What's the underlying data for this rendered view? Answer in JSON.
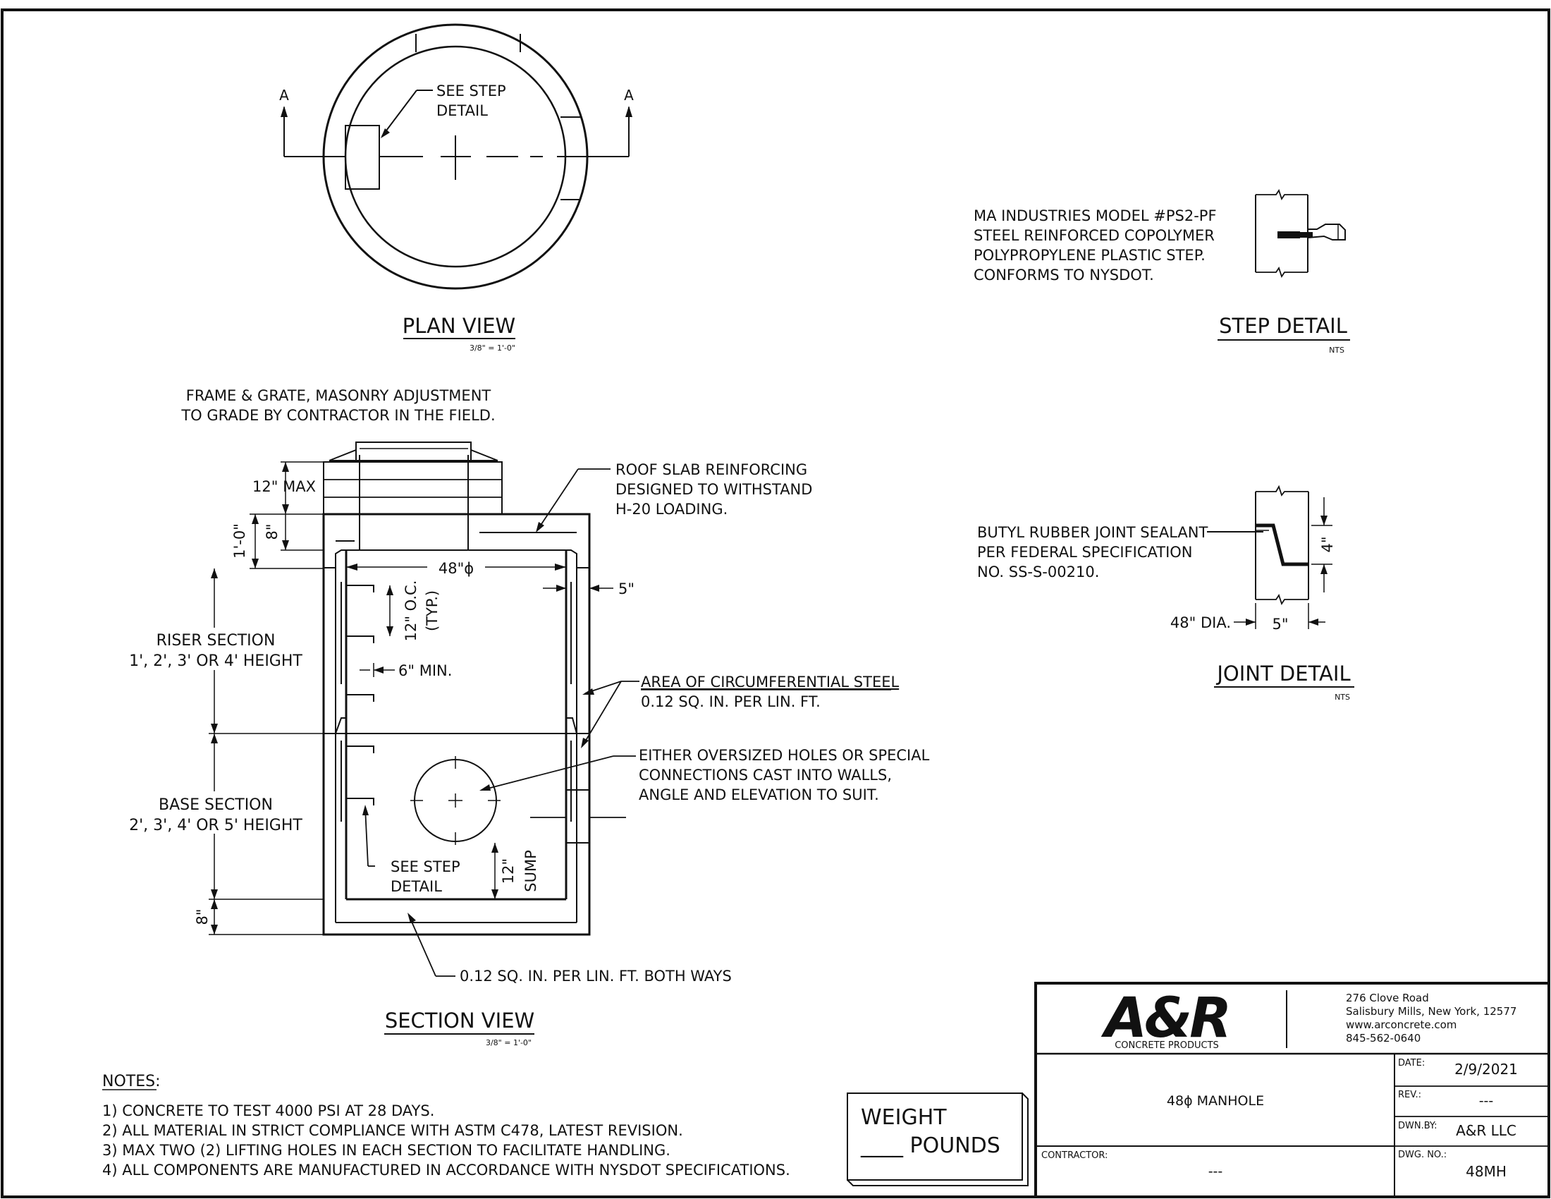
{
  "plan_view": {
    "title": "PLAN VIEW",
    "scale": "3/8\" = 1'-0\"",
    "section_mark": "A",
    "step_note_1": "SEE STEP",
    "step_note_2": "DETAIL"
  },
  "step_detail": {
    "title": "STEP DETAIL",
    "scale": "NTS",
    "lines": [
      "MA INDUSTRIES MODEL #PS2-PF",
      "STEEL REINFORCED COPOLYMER",
      "POLYPROPYLENE PLASTIC STEP.",
      "CONFORMS TO NYSDOT."
    ]
  },
  "joint_detail": {
    "title": "JOINT DETAIL",
    "scale": "NTS",
    "lines": [
      "BUTYL RUBBER JOINT SEALANT",
      "PER  FEDERAL  SPECIFICATION",
      "NO. SS-S-00210."
    ],
    "dim_height": "4\"",
    "dim_dia": "48\" DIA.",
    "dim_wall": "5\""
  },
  "section_view": {
    "title": "SECTION VIEW",
    "scale": "3/8\" = 1'-0\"",
    "frame_note_1": "FRAME  &  GRATE,  MASONRY  ADJUSTMENT",
    "frame_note_2": "TO GRADE BY CONTRACTOR IN THE FIELD.",
    "dim_12_max": "12\" MAX",
    "dim_1_0": "1'-0\"",
    "dim_8_top": "8\"",
    "dim_48": "48\"ϕ",
    "dim_5": "5\"",
    "dim_12_oc": "12\" O.C.",
    "dim_typ": "(TYP.)",
    "dim_6_min": "6\" MIN.",
    "dim_12_sump": "12\"",
    "sump": "SUMP",
    "dim_8_bot": "8\"",
    "roof_note_1": "ROOF  SLAB  REINFORCING",
    "roof_note_2": "DESIGNED  TO  WITHSTAND",
    "roof_note_3": "H-20 LOADING.",
    "riser_1": "RISER SECTION",
    "riser_2": "1', 2', 3' OR 4' HEIGHT",
    "base_1": "BASE SECTION",
    "base_2": "2', 3', 4' OR 5' HEIGHT",
    "circ_1": "AREA OF CIRCUMFERENTIAL STEEL",
    "circ_2": "0.12 SQ. IN. PER LIN. FT.",
    "holes_1": "EITHER OVERSIZED HOLES OR SPECIAL",
    "holes_2": "CONNECTIONS   CAST   INTO   WALLS,",
    "holes_3": "ANGLE AND ELEVATION TO SUIT.",
    "step_1": "SEE STEP",
    "step_2": "DETAIL",
    "bottom_note": "0.12 SQ. IN. PER LIN. FT. BOTH WAYS"
  },
  "notes": {
    "heading": "NOTES:",
    "items": [
      "1)  CONCRETE TO TEST 4000 PSI AT 28 DAYS.",
      "2)  ALL MATERIAL IN STRICT COMPLIANCE WITH ASTM C478, LATEST REVISION.",
      "3)  MAX TWO (2) LIFTING HOLES IN EACH SECTION TO FACILITATE HANDLING.",
      "4)  ALL COMPONENTS ARE MANUFACTURED IN ACCORDANCE WITH NYSDOT SPECIFICATIONS."
    ]
  },
  "weight": {
    "line1": "WEIGHT",
    "line2": "____  POUNDS"
  },
  "title_block": {
    "logo": "A&R",
    "logo_sub": "CONCRETE PRODUCTS",
    "address_1": "276 Clove Road",
    "address_2": "Salisbury Mills, New York, 12577",
    "website": "www.arconcrete.com",
    "phone": "845-562-0640",
    "drawing_title": "48ϕ MANHOLE",
    "contractor_label": "CONTRACTOR:",
    "contractor_value": "---",
    "date_label": "DATE:",
    "date_value": "2/9/2021",
    "rev_label": "REV.:",
    "rev_value": "---",
    "drawn_label": "DWN.BY:",
    "drawn_value": "A&R LLC",
    "dwg_label": "DWG. NO.:",
    "dwg_value": "48MH"
  }
}
